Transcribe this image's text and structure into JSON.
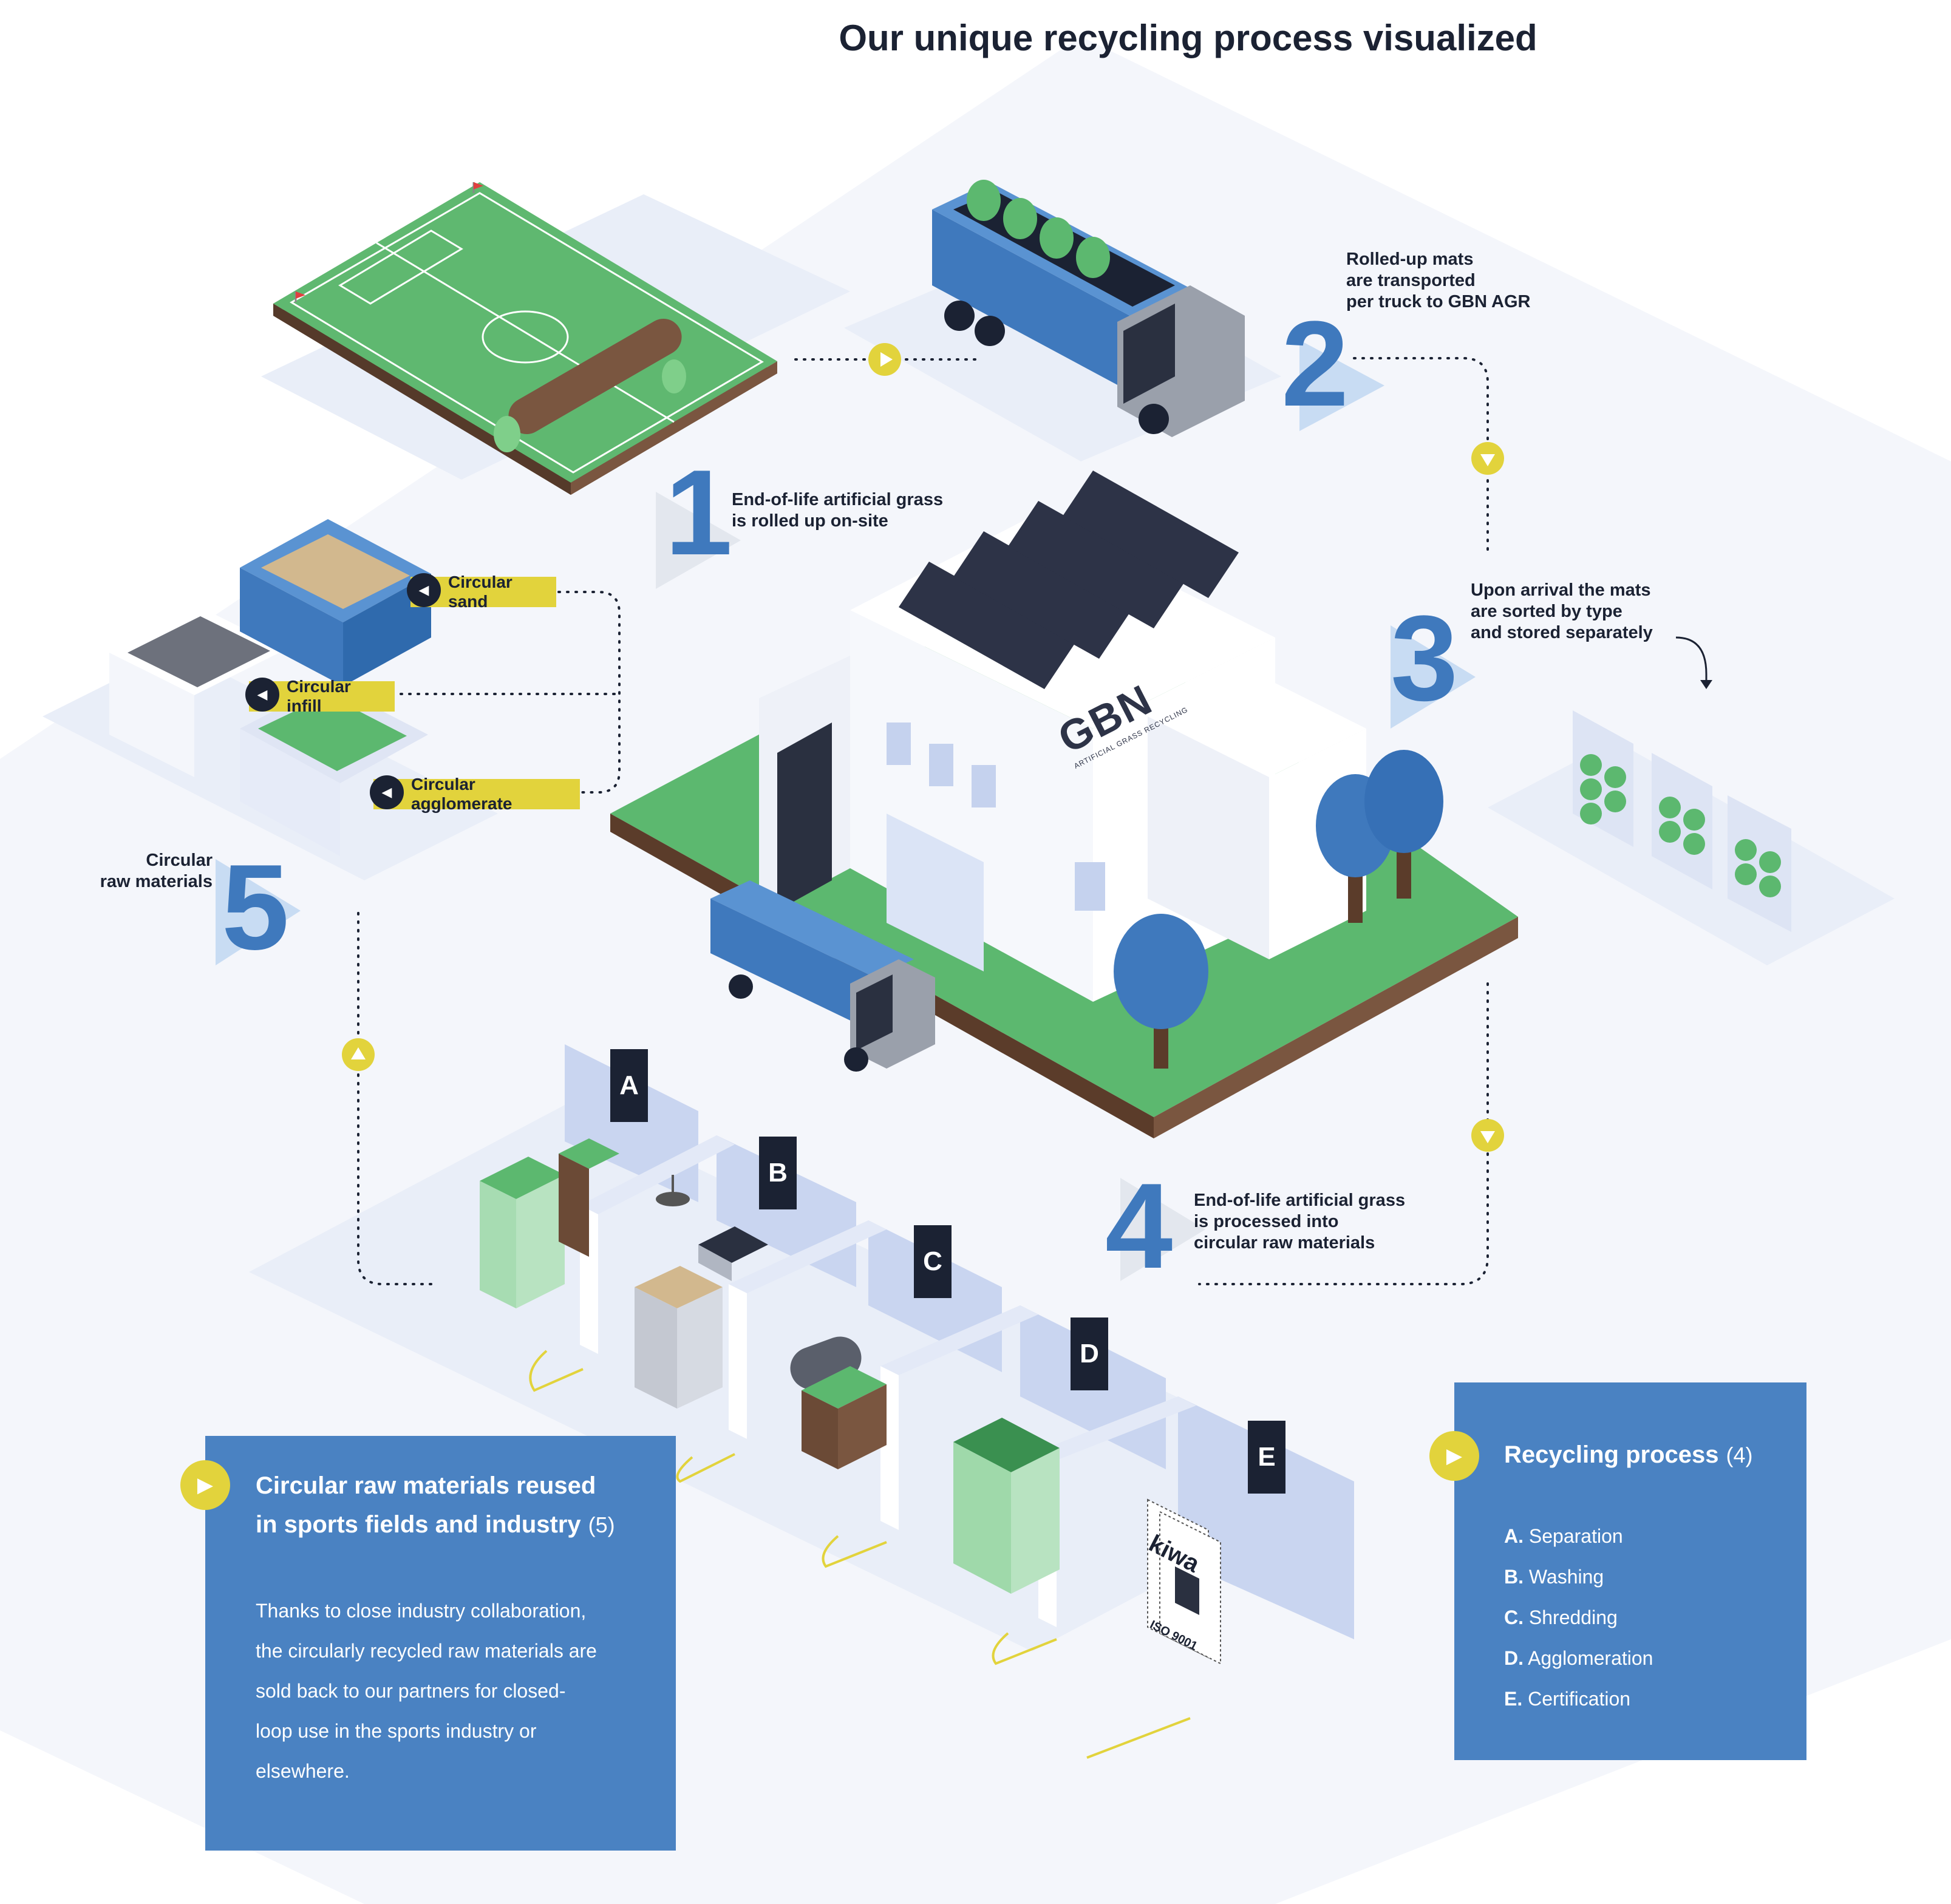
{
  "title": "Our unique recycling process visualized",
  "steps": [
    {
      "number": "1",
      "text_lines": [
        "End-of-life artificial grass",
        "is rolled up on-site"
      ]
    },
    {
      "number": "2",
      "text_lines": [
        "Rolled-up mats",
        "are transported",
        "per truck to GBN AGR"
      ]
    },
    {
      "number": "3",
      "text_lines": [
        "Upon arrival the mats",
        "are sorted by type",
        "and stored separately"
      ]
    },
    {
      "number": "4",
      "text_lines": [
        "End-of-life artificial grass",
        "is processed into",
        "circular raw materials"
      ]
    },
    {
      "number": "5",
      "text_lines": [
        "Circular",
        "raw materials"
      ]
    }
  ],
  "materials": [
    {
      "label": "Circular sand"
    },
    {
      "label": "Circular infill"
    },
    {
      "label": "Circular agglomerate"
    }
  ],
  "building": {
    "logo": "GBN",
    "logo_sub": "ARTIFICIAL GRASS RECYCLING"
  },
  "rooms": [
    "A",
    "B",
    "C",
    "D",
    "E"
  ],
  "certificate": {
    "brand": "kiwa",
    "standard": "ISO 9001"
  },
  "panel_reuse": {
    "heading_line1": "Circular raw materials reused",
    "heading_line2": "in sports fields and industry",
    "number": "(5)",
    "body_lines": [
      "Thanks to close industry collaboration,",
      "the circularly recycled raw materials are",
      "sold back to our partners for closed-",
      "loop use in the sports industry or",
      "elsewhere."
    ]
  },
  "panel_process": {
    "heading": "Recycling process",
    "number": "(4)",
    "items": [
      {
        "letter": "A.",
        "label": "Separation"
      },
      {
        "letter": "B.",
        "label": "Washing"
      },
      {
        "letter": "C.",
        "label": "Shredding"
      },
      {
        "letter": "D.",
        "label": "Agglomeration"
      },
      {
        "letter": "E.",
        "label": "Certification"
      }
    ]
  },
  "colors": {
    "accent_blue": "#3f79bd",
    "panel_blue": "#4a82c2",
    "accent_yellow": "#e2d33c",
    "dark_navy": "#1b2233",
    "grass_green": "#5cb86f",
    "soil_brown": "#6b4a36"
  }
}
